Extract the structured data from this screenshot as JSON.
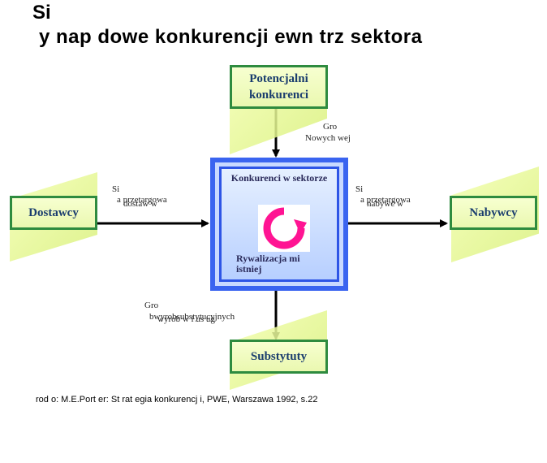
{
  "title": {
    "line1": "Si",
    "line2": "y nap  dowe  konkurencji   ewn  trz  sektora"
  },
  "nodes": {
    "potential": "Potencjalni konkurenci",
    "suppliers": "Dostawcy",
    "buyers": "Nabywcy",
    "substitutes": "Substytuty",
    "center_title": "Konkurenci w sektorze",
    "center_bottom": "Rywalizacja mi istniej"
  },
  "edge_labels": {
    "new_entrants_l1": "Gro",
    "new_entrants_l2": "Nowych wej",
    "suppliers_l1": "Si",
    "suppliers_l2": "a przetargowa",
    "suppliers_l3": "dostaw  w",
    "buyers_l1": "Si",
    "buyers_l2": "a przetargowa",
    "buyers_l3": "nabywc  w",
    "substitutes_l1": "Gro",
    "substitutes_l2": "bwyrobsubstytucyjnych",
    "substitutes_l3": "wyrob  w i us  ug"
  },
  "source": "rod o: M.E.Port er: St rat egia konkurencj i, PWE, Warszawa 1992, s.22",
  "colors": {
    "box_border": "#2e8b3f",
    "box_text": "#1a3d6e",
    "center_blue": "#3a64f0",
    "cycle_icon": "#ff1493",
    "arrow": "#000000"
  },
  "icons": {
    "cycle": "circular-arrow-icon"
  }
}
